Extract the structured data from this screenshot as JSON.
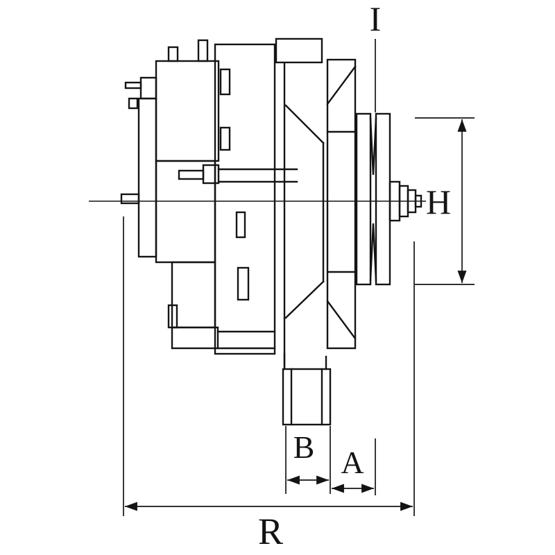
{
  "drawing": {
    "background_color": "#ffffff",
    "line_color": "#141414",
    "labels": {
      "I": "I",
      "H": "H",
      "B": "B",
      "A": "A",
      "R": "R"
    }
  }
}
